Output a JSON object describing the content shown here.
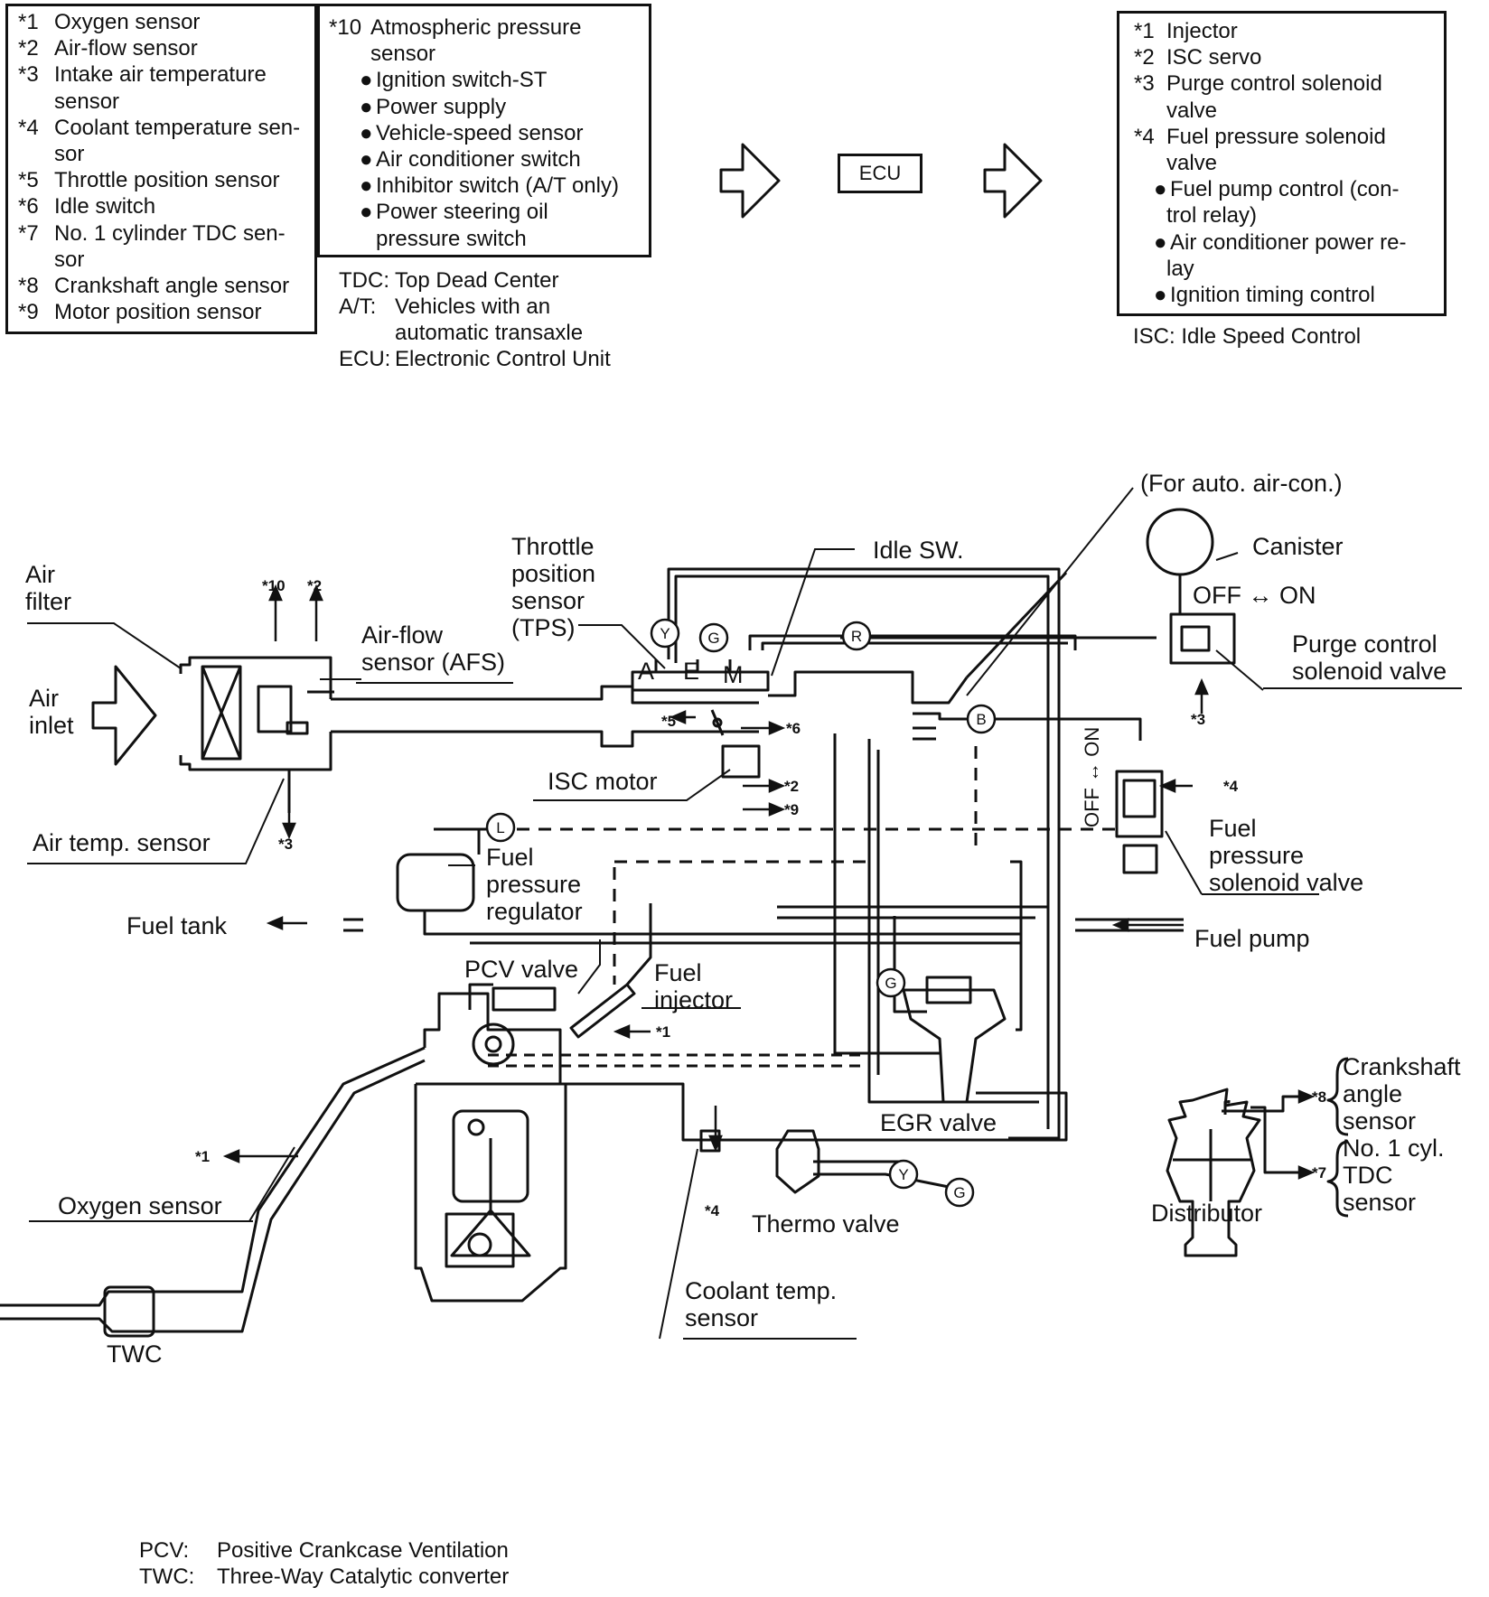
{
  "sensors_box": {
    "items": [
      {
        "key": "*1",
        "text": "Oxygen sensor"
      },
      {
        "key": "*2",
        "text": "Air-flow sensor"
      },
      {
        "key": "*3",
        "text": "Intake air temperature"
      },
      {
        "key": "",
        "text": "sensor"
      },
      {
        "key": "*4",
        "text": "Coolant temperature sen-"
      },
      {
        "key": "",
        "text": "sor"
      },
      {
        "key": "*5",
        "text": "Throttle position sensor"
      },
      {
        "key": "*6",
        "text": "Idle switch"
      },
      {
        "key": "*7",
        "text": "No. 1 cylinder TDC sen-"
      },
      {
        "key": "",
        "text": "sor"
      },
      {
        "key": "*8",
        "text": "Crankshaft angle sensor"
      },
      {
        "key": "*9",
        "text": "Motor position sensor"
      }
    ]
  },
  "inputs_box": {
    "items": [
      {
        "key": "*10",
        "text": "Atmospheric pressure"
      },
      {
        "key": "",
        "text": "sensor"
      },
      {
        "key": "●",
        "text": "Ignition switch-ST"
      },
      {
        "key": "●",
        "text": "Power supply"
      },
      {
        "key": "●",
        "text": "Vehicle-speed sensor"
      },
      {
        "key": "●",
        "text": "Air conditioner switch"
      },
      {
        "key": "●",
        "text": "Inhibitor switch (A/T only)"
      },
      {
        "key": "●",
        "text": "Power steering oil"
      },
      {
        "key": "",
        "text": "pressure switch"
      }
    ]
  },
  "abbreviations_top": [
    {
      "abbr": "TDC:",
      "text": "Top Dead Center"
    },
    {
      "abbr": "A/T:",
      "text": "Vehicles with an"
    },
    {
      "abbr": "",
      "text": "automatic transaxle"
    },
    {
      "abbr": "ECU:",
      "text": "Electronic Control Unit"
    }
  ],
  "ecu_label": "ECU",
  "actuators_box": {
    "items": [
      {
        "key": "*1",
        "text": "Injector"
      },
      {
        "key": "*2",
        "text": "ISC servo"
      },
      {
        "key": "*3",
        "text": "Purge control solenoid"
      },
      {
        "key": "",
        "text": "valve"
      },
      {
        "key": "*4",
        "text": "Fuel pressure solenoid"
      },
      {
        "key": "",
        "text": "valve"
      },
      {
        "key": "●",
        "text": "Fuel pump control (con-"
      },
      {
        "key": "",
        "text": "trol relay)"
      },
      {
        "key": "●",
        "text": "Air conditioner power re-"
      },
      {
        "key": "",
        "text": "lay"
      },
      {
        "key": "●",
        "text": "Ignition timing control"
      }
    ]
  },
  "isc_note": "ISC:  Idle Speed Control",
  "diagram": {
    "air_filter": "Air filter",
    "air_filter_line1": "Air",
    "air_filter_line2": "filter",
    "air_inlet_line1": "Air",
    "air_inlet_line2": "inlet",
    "afs_line1": "Air-flow",
    "afs_line2": "sensor (AFS)",
    "air_temp_sensor": "Air temp. sensor",
    "tps_line1": "Throttle",
    "tps_line2": "position",
    "tps_line3": "sensor",
    "tps_line4": "(TPS)",
    "idle_sw": "Idle SW.",
    "auto_aircon": "(For auto. air-con.)",
    "canister": "Canister",
    "off_on": "OFF ↔ ON",
    "off_on_vertical": "OFF ↔ ON",
    "purge_line1": "Purge control",
    "purge_line2": "solenoid valve",
    "isc_motor": "ISC motor",
    "fpsv_line1": "Fuel",
    "fpsv_line2": "pressure",
    "fpsv_line3": "solenoid valve",
    "fpr_line1": "Fuel",
    "fpr_line2": "pressure",
    "fpr_line3": "regulator",
    "fuel_tank": "Fuel tank",
    "fuel_pump": "Fuel pump",
    "pcv_valve": "PCV valve",
    "fuel_injector_line1": "Fuel",
    "fuel_injector_line2": "injector",
    "egr_valve": "EGR valve",
    "oxygen_sensor": "Oxygen sensor",
    "thermo_valve": "Thermo valve",
    "coolant_line1": "Coolant temp.",
    "coolant_line2": "sensor",
    "twc": "TWC",
    "distributor": "Distributor",
    "crank_line1": "Crankshaft",
    "crank_line2": "angle",
    "crank_line3": "sensor",
    "tdc_line1": "No. 1 cyl.",
    "tdc_line2": "TDC",
    "tdc_line3": "sensor",
    "tb_a": "A",
    "tb_e": "E",
    "tb_m": "M",
    "circle_y": "Y",
    "circle_g": "G",
    "circle_r": "R",
    "circle_b": "B",
    "circle_l": "L",
    "ref_1": "*1",
    "ref_2": "*2",
    "ref_3": "*3",
    "ref_4": "*4",
    "ref_5": "*5",
    "ref_6": "*6",
    "ref_7": "*7",
    "ref_8": "*8",
    "ref_9": "*9",
    "ref_10": "*10"
  },
  "abbreviations_bottom": [
    {
      "abbr": "PCV:",
      "text": "Positive Crankcase Ventilation"
    },
    {
      "abbr": "TWC:",
      "text": "Three-Way Catalytic converter"
    }
  ]
}
